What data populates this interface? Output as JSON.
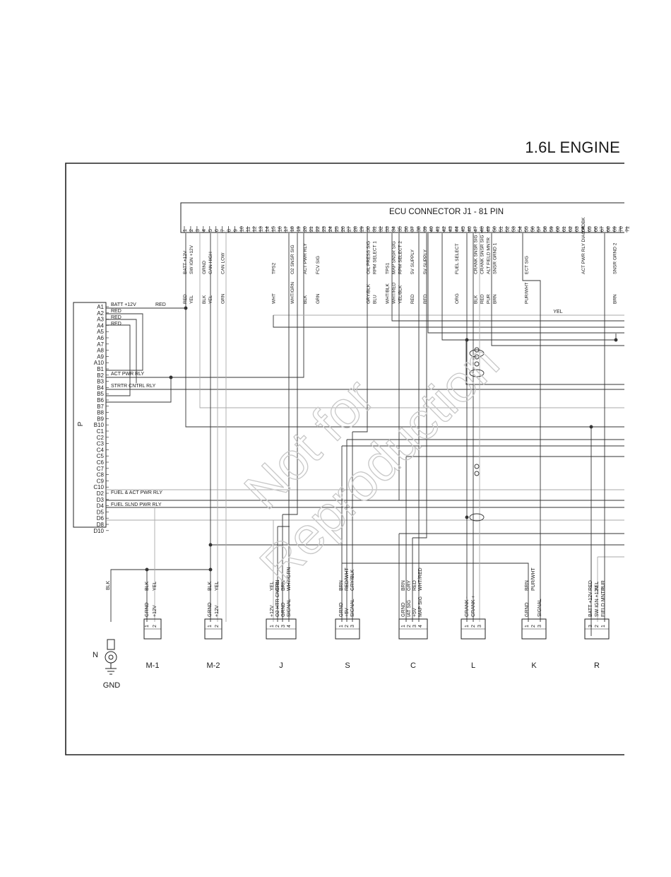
{
  "page": {
    "title": "1.6L ENGINE"
  },
  "ecu": {
    "title": "ECU CONNECTOR J1 - 81 PIN",
    "pin_count_shown": 71,
    "pins": [
      {
        "n": "1",
        "func": "BATT +12V",
        "color": "RED"
      },
      {
        "n": "2",
        "func": "SW IGN +12V",
        "color": "YEL"
      },
      {
        "n": "3",
        "func": "",
        "color": ""
      },
      {
        "n": "4",
        "func": "GRND",
        "color": "BLK"
      },
      {
        "n": "5",
        "func": "CAN HIGH",
        "color": "YEL"
      },
      {
        "n": "7",
        "func": "CAN LOW",
        "color": "GRN"
      },
      {
        "n": "15",
        "func": "TPS2",
        "color": "WHT"
      },
      {
        "n": "18",
        "func": "O2 SNSR SIG",
        "color": "WHT/GRN"
      },
      {
        "n": "19",
        "func": "",
        "color": ""
      },
      {
        "n": "20",
        "func": "ACT PWR RLY",
        "color": "BLK"
      },
      {
        "n": "22",
        "func": "FCV SIG",
        "color": "GRN"
      },
      {
        "n": "30",
        "func": "OIL PRESS SIG",
        "color": "GRY/BLK"
      },
      {
        "n": "31",
        "func": "RPM SELECT 1",
        "color": "BLU"
      },
      {
        "n": "33",
        "func": "TPS1",
        "color": "WHT/BLK"
      },
      {
        "n": "34",
        "func": "MAP SNSR SIG",
        "color": "WHT/RED"
      },
      {
        "n": "35",
        "func": "RPM SELECT 2",
        "color": "YEL/BLK"
      },
      {
        "n": "37",
        "func": "5V SUPPLY",
        "color": "RED"
      },
      {
        "n": "39",
        "func": "5V SUPPLY",
        "color": "RED"
      },
      {
        "n": "44",
        "func": "FUEL SELECT",
        "color": "ORG"
      },
      {
        "n": "47",
        "func": "CRANK SNSR SIG -",
        "color": "BLK"
      },
      {
        "n": "48",
        "func": "CRANK SNSR SIG +",
        "color": "RED"
      },
      {
        "n": "49",
        "func": "ALT FIELD MNTR",
        "color": "PUR"
      },
      {
        "n": "50",
        "func": "SNSR GRND 1",
        "color": "BRN"
      },
      {
        "n": "55",
        "func": "ECT SIG",
        "color": "PUR/WHT"
      },
      {
        "n": "64",
        "func": "ACT PWR RLY DIAG FDBK",
        "color": ""
      },
      {
        "n": "69",
        "func": "SNSR GRND 2",
        "color": "BRN"
      }
    ],
    "bus_labels": [
      {
        "text": "YEL"
      }
    ]
  },
  "connector_p": {
    "name": "P",
    "pins": [
      "A1",
      "A2",
      "A3",
      "A4",
      "A5",
      "A6",
      "A7",
      "A8",
      "A9",
      "A10",
      "B1",
      "B2",
      "B3",
      "B4",
      "B5",
      "B6",
      "B7",
      "B8",
      "B9",
      "B10",
      "C1",
      "C2",
      "C3",
      "C4",
      "C5",
      "C6",
      "C7",
      "C8",
      "C9",
      "C10",
      "D2",
      "D3",
      "D4",
      "D5",
      "D6",
      "D8",
      "D10"
    ],
    "wire_labels": [
      {
        "text": "BATT +12V"
      },
      {
        "text": "RED"
      },
      {
        "text": "RED"
      },
      {
        "text": "RED"
      },
      {
        "text": "RED"
      },
      {
        "text": "ACT PWR RLY"
      },
      {
        "text": "STRTR CNTRL RLY"
      },
      {
        "text": "FUEL & ACT PWR RLY"
      },
      {
        "text": "FUEL SLND PWR RLY"
      }
    ]
  },
  "components": [
    {
      "id": "N",
      "label": "GND",
      "wires": [
        "BLK"
      ],
      "pins": []
    },
    {
      "id": "M-1",
      "label": "M-1",
      "wires": [
        "BLK",
        "YEL"
      ],
      "pins": [
        {
          "n": "1",
          "sig": "GRND"
        },
        {
          "n": "2",
          "sig": "+12V"
        }
      ]
    },
    {
      "id": "M-2",
      "label": "M-2",
      "wires": [
        "BLK",
        "YEL"
      ],
      "pins": [
        {
          "n": "1",
          "sig": "GRND"
        },
        {
          "n": "2",
          "sig": "+12V"
        }
      ]
    },
    {
      "id": "J",
      "label": "J",
      "wires": [
        "YEL",
        "GRN",
        "BRN",
        "WHT/GRN"
      ],
      "pins": [
        {
          "n": "1",
          "sig": "+12V"
        },
        {
          "n": "2",
          "sig": "O2 HTR CNTRL"
        },
        {
          "n": "3",
          "sig": "GRND"
        },
        {
          "n": "4",
          "sig": "SIGNAL"
        }
      ]
    },
    {
      "id": "S",
      "label": "S",
      "wires": [
        "BRN",
        "RED/WHT",
        "GRY/BLK"
      ],
      "pins": [
        {
          "n": "1",
          "sig": "GRND"
        },
        {
          "n": "2",
          "sig": "+5V"
        },
        {
          "n": "3",
          "sig": "SIGNAL"
        }
      ]
    },
    {
      "id": "C",
      "label": "C",
      "wires": [
        "BRN",
        "GRY",
        "RED",
        "WHT/RED"
      ],
      "pins": [
        {
          "n": "1",
          "sig": "GRND"
        },
        {
          "n": "2",
          "sig": "IAT SIG"
        },
        {
          "n": "3",
          "sig": "+5V"
        },
        {
          "n": "4",
          "sig": "MAP SIG"
        }
      ]
    },
    {
      "id": "L",
      "label": "L",
      "wires": [],
      "pins": [
        {
          "n": "1",
          "sig": "CRANK -"
        },
        {
          "n": "2",
          "sig": "CRANK +"
        },
        {
          "n": "3",
          "sig": ""
        }
      ]
    },
    {
      "id": "K",
      "label": "K",
      "wires": [
        "BRN",
        "PUR/WHT"
      ],
      "pins": [
        {
          "n": "1",
          "sig": "GRND"
        },
        {
          "n": "2",
          "sig": ""
        },
        {
          "n": "3",
          "sig": "SIGNAL"
        }
      ]
    },
    {
      "id": "R",
      "label": "R",
      "wires": [
        "RED",
        "YEL",
        "PUR"
      ],
      "pins": [
        {
          "n": "3",
          "sig": "BATT +12V"
        },
        {
          "n": "2",
          "sig": "SW IGN +12V"
        },
        {
          "n": "1",
          "sig": "FIELD MNTR"
        }
      ]
    }
  ],
  "watermark": {
    "line1": "Not for",
    "line2": "Reproduction"
  }
}
